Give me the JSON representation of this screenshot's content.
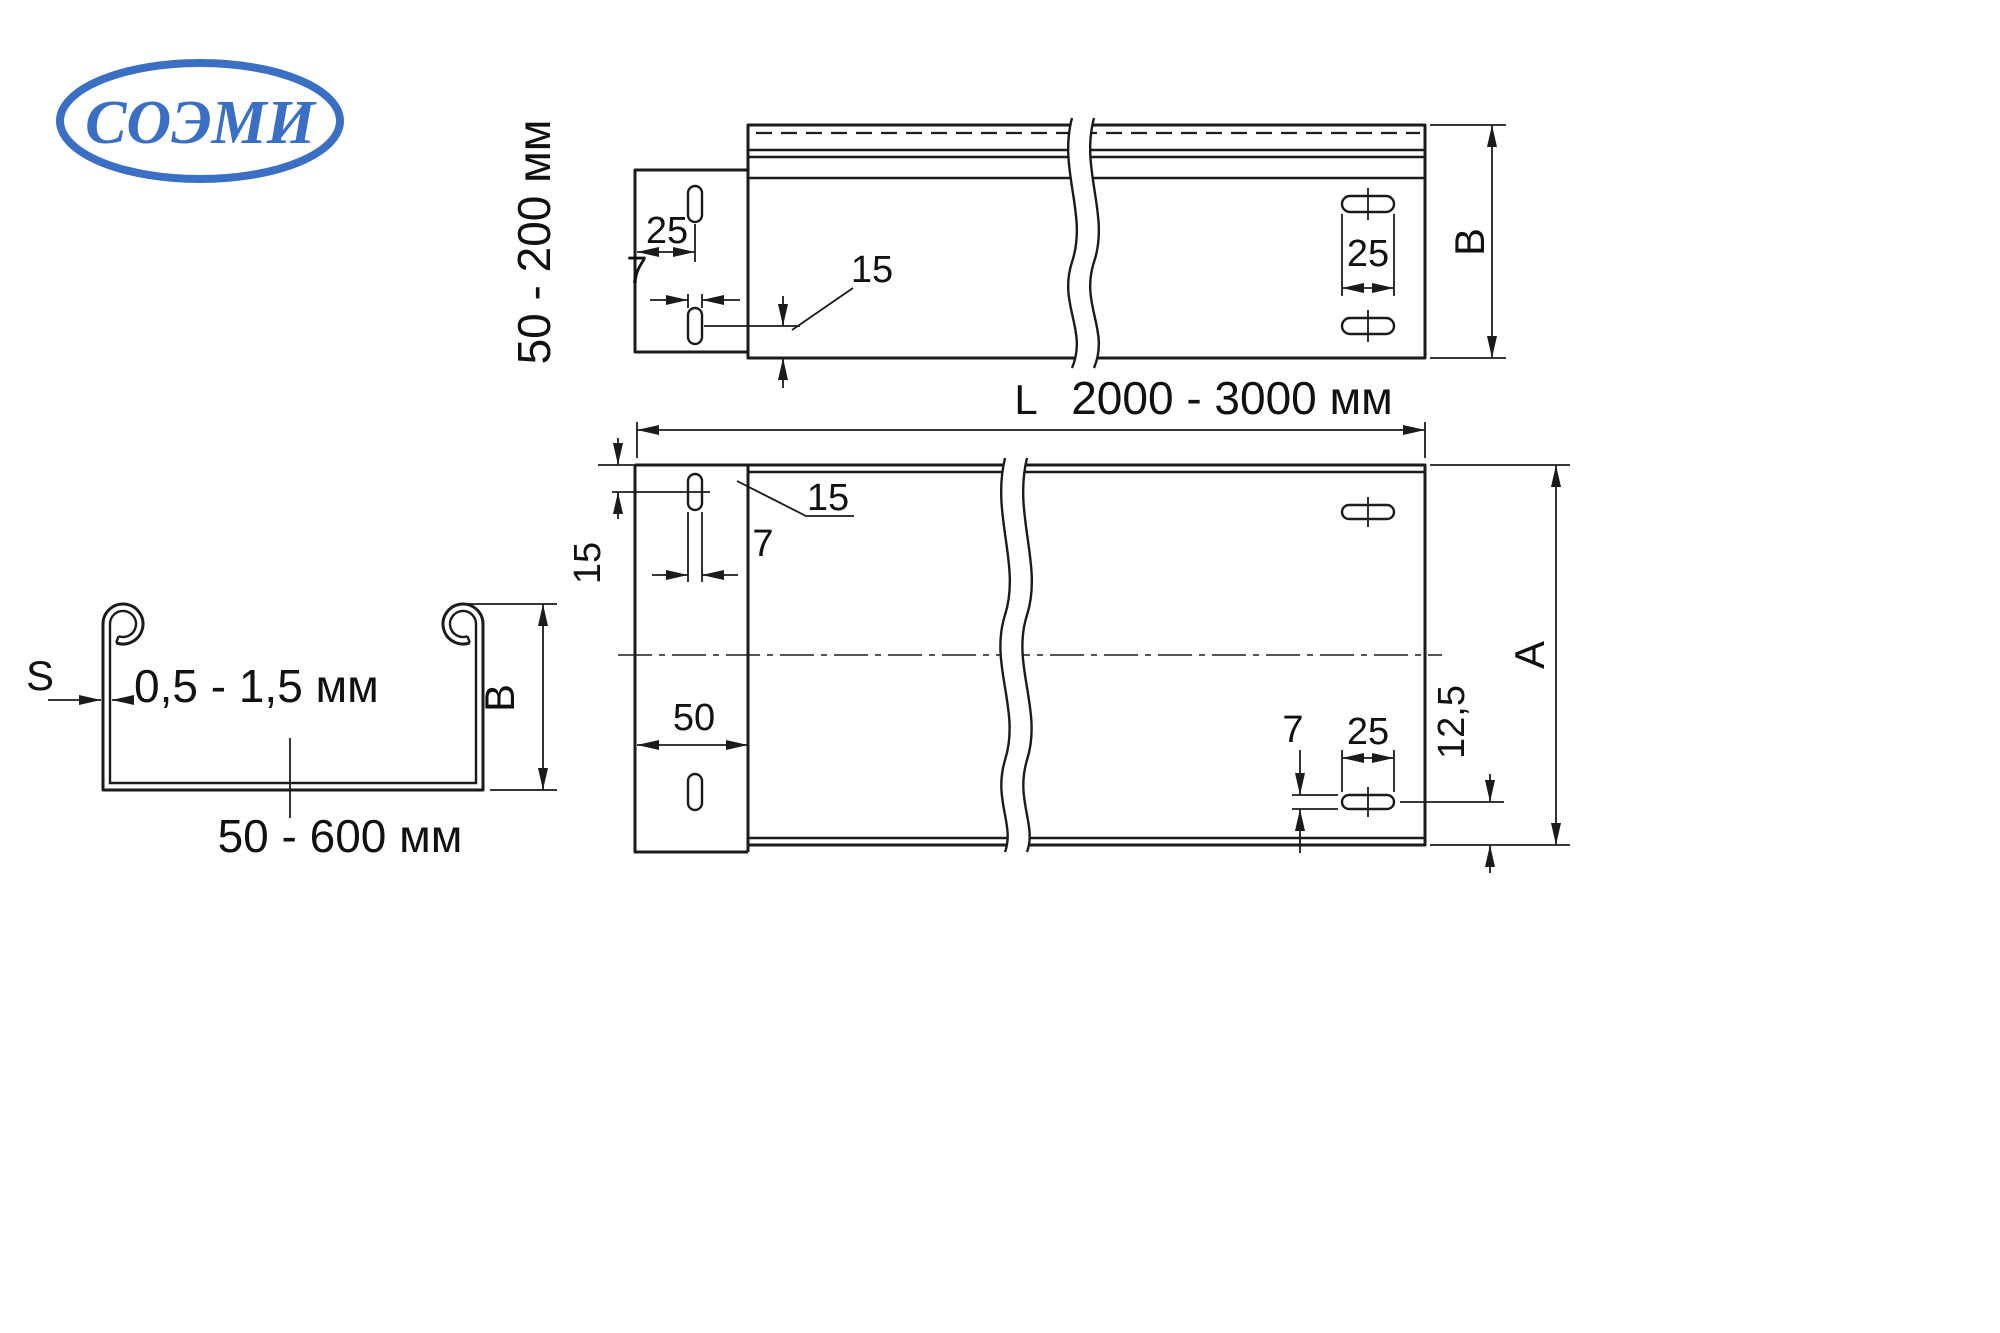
{
  "logo": {
    "text": "СОЭМИ"
  },
  "colors": {
    "line": "#1b1b1b",
    "logo_blue": "#3b6fc3"
  },
  "side_view": {
    "height_range": "50 - 200 мм",
    "d25_left": "25",
    "d7_slot": "7",
    "d15_bottom": "15",
    "d25_right": "25",
    "letter_b": "B"
  },
  "plan_view": {
    "letter_l": "L",
    "length_range": "2000 - 3000 мм",
    "d15_slot": "15",
    "d7_slot": "7",
    "d15_edge": "15",
    "d50_flange": "50",
    "d7_bottom": "7",
    "d25_bottom": "25",
    "d12_5": "12,5",
    "letter_a": "A"
  },
  "section_view": {
    "letter_s": "S",
    "thickness_range": "0,5 - 1,5 мм",
    "letter_b": "B",
    "width_range": "50 - 600 мм"
  }
}
